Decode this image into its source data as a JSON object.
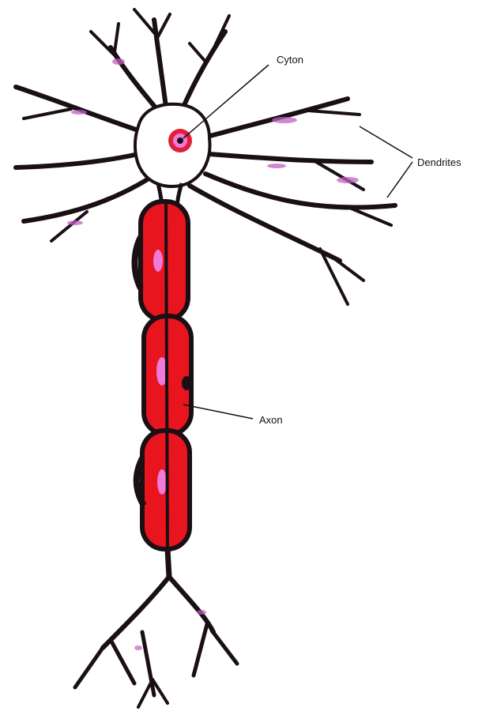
{
  "labels": {
    "cyton": "Cyton",
    "dendrites": "Dendrites",
    "axon": "Axon"
  },
  "colors": {
    "outline": "#1a0f14",
    "myelin": "#e8141e",
    "myelin_highlight": "#f07ad8",
    "nucleus": "#e0203a",
    "dendrite_tint": "#c060c0",
    "background": "#ffffff"
  }
}
